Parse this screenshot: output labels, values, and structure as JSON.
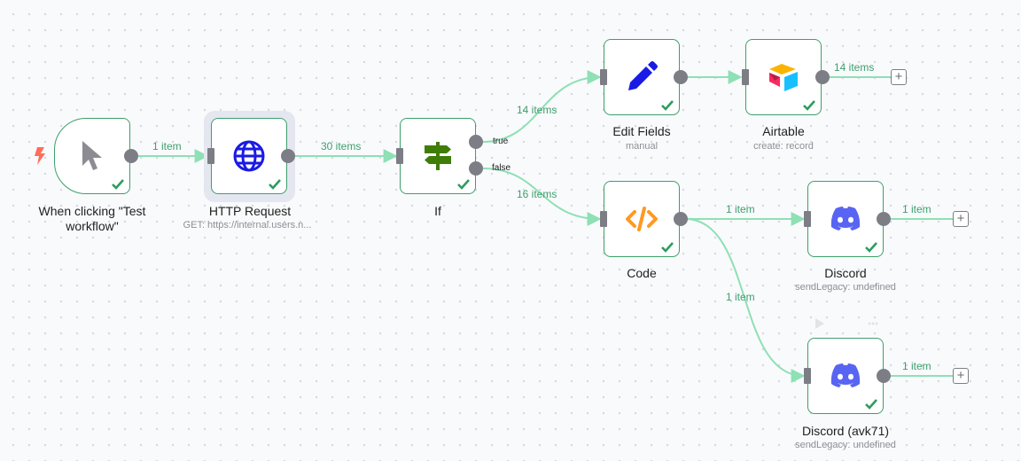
{
  "workflow": {
    "nodes": [
      {
        "id": "trigger",
        "name": "When clicking \"Test workflow\"",
        "subtitle": "",
        "icon": "cursor-icon",
        "status": "success"
      },
      {
        "id": "http",
        "name": "HTTP Request",
        "subtitle": "GET: https://internal.users.n...",
        "icon": "globe-icon",
        "status": "success",
        "selected": true
      },
      {
        "id": "if",
        "name": "If",
        "subtitle": "",
        "icon": "signpost-icon",
        "status": "success",
        "outputs": [
          "true",
          "false"
        ]
      },
      {
        "id": "edit",
        "name": "Edit Fields",
        "subtitle": "manual",
        "icon": "pencil-icon",
        "status": "success"
      },
      {
        "id": "airtable",
        "name": "Airtable",
        "subtitle": "create: record",
        "icon": "airtable-icon",
        "status": "success"
      },
      {
        "id": "code",
        "name": "Code",
        "subtitle": "",
        "icon": "code-icon",
        "status": "success"
      },
      {
        "id": "discord",
        "name": "Discord",
        "subtitle": "sendLegacy: undefined",
        "icon": "discord-icon",
        "status": "success"
      },
      {
        "id": "discord2",
        "name": "Discord (avk71)",
        "subtitle": "sendLegacy: undefined",
        "icon": "discord-icon",
        "status": "success"
      }
    ],
    "connections": [
      {
        "from": "trigger",
        "to": "http",
        "label": "1 item"
      },
      {
        "from": "http",
        "to": "if",
        "label": "30 items"
      },
      {
        "from": "if.true",
        "to": "edit",
        "label": "14 items"
      },
      {
        "from": "if.false",
        "to": "code",
        "label": "16 items"
      },
      {
        "from": "edit",
        "to": "airtable",
        "label": ""
      },
      {
        "from": "code",
        "to": "discord",
        "label": "1 item"
      },
      {
        "from": "code",
        "to": "discord2",
        "label": "1 item"
      }
    ],
    "dangling_outputs": [
      {
        "from": "airtable",
        "label": "14 items"
      },
      {
        "from": "discord",
        "label": "1 item"
      },
      {
        "from": "discord2",
        "label": "1 item"
      }
    ],
    "branch_labels": {
      "true": "true",
      "false": "false"
    },
    "add_button": "+",
    "colors": {
      "success_border": "#3d9f6b",
      "edge": "#8ee0b5",
      "edge_label": "#3d9f6b",
      "port": "#7d7e85",
      "trigger_bolt": "#ff6d5a"
    }
  }
}
